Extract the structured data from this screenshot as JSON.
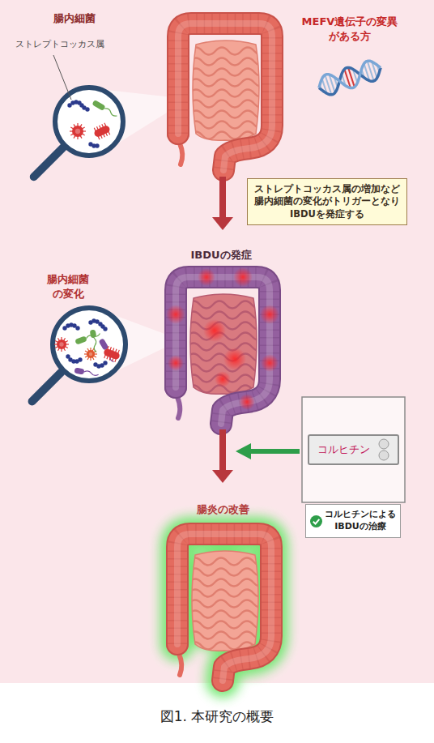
{
  "diagram": {
    "caption": "図1. 本研究の概要",
    "nodes": [
      {
        "text": [
          "ストレプトコッカス属の増加など 腸内細菌の変化がトリガーとなり IBDUを発症する"
        ]
      },
      {
        "text": [
          "コルヒチン"
        ]
      },
      {
        "text": [
          "コルヒチンによる IBDUの治療"
        ]
      }
    ],
    "labels": [
      "腸内細菌",
      "ストレプトコッカス属",
      "MEFV遺伝子の変異 がある方",
      "IBDUの発症",
      "腸内細菌 の変化",
      "腸炎の改善"
    ]
  }
}
